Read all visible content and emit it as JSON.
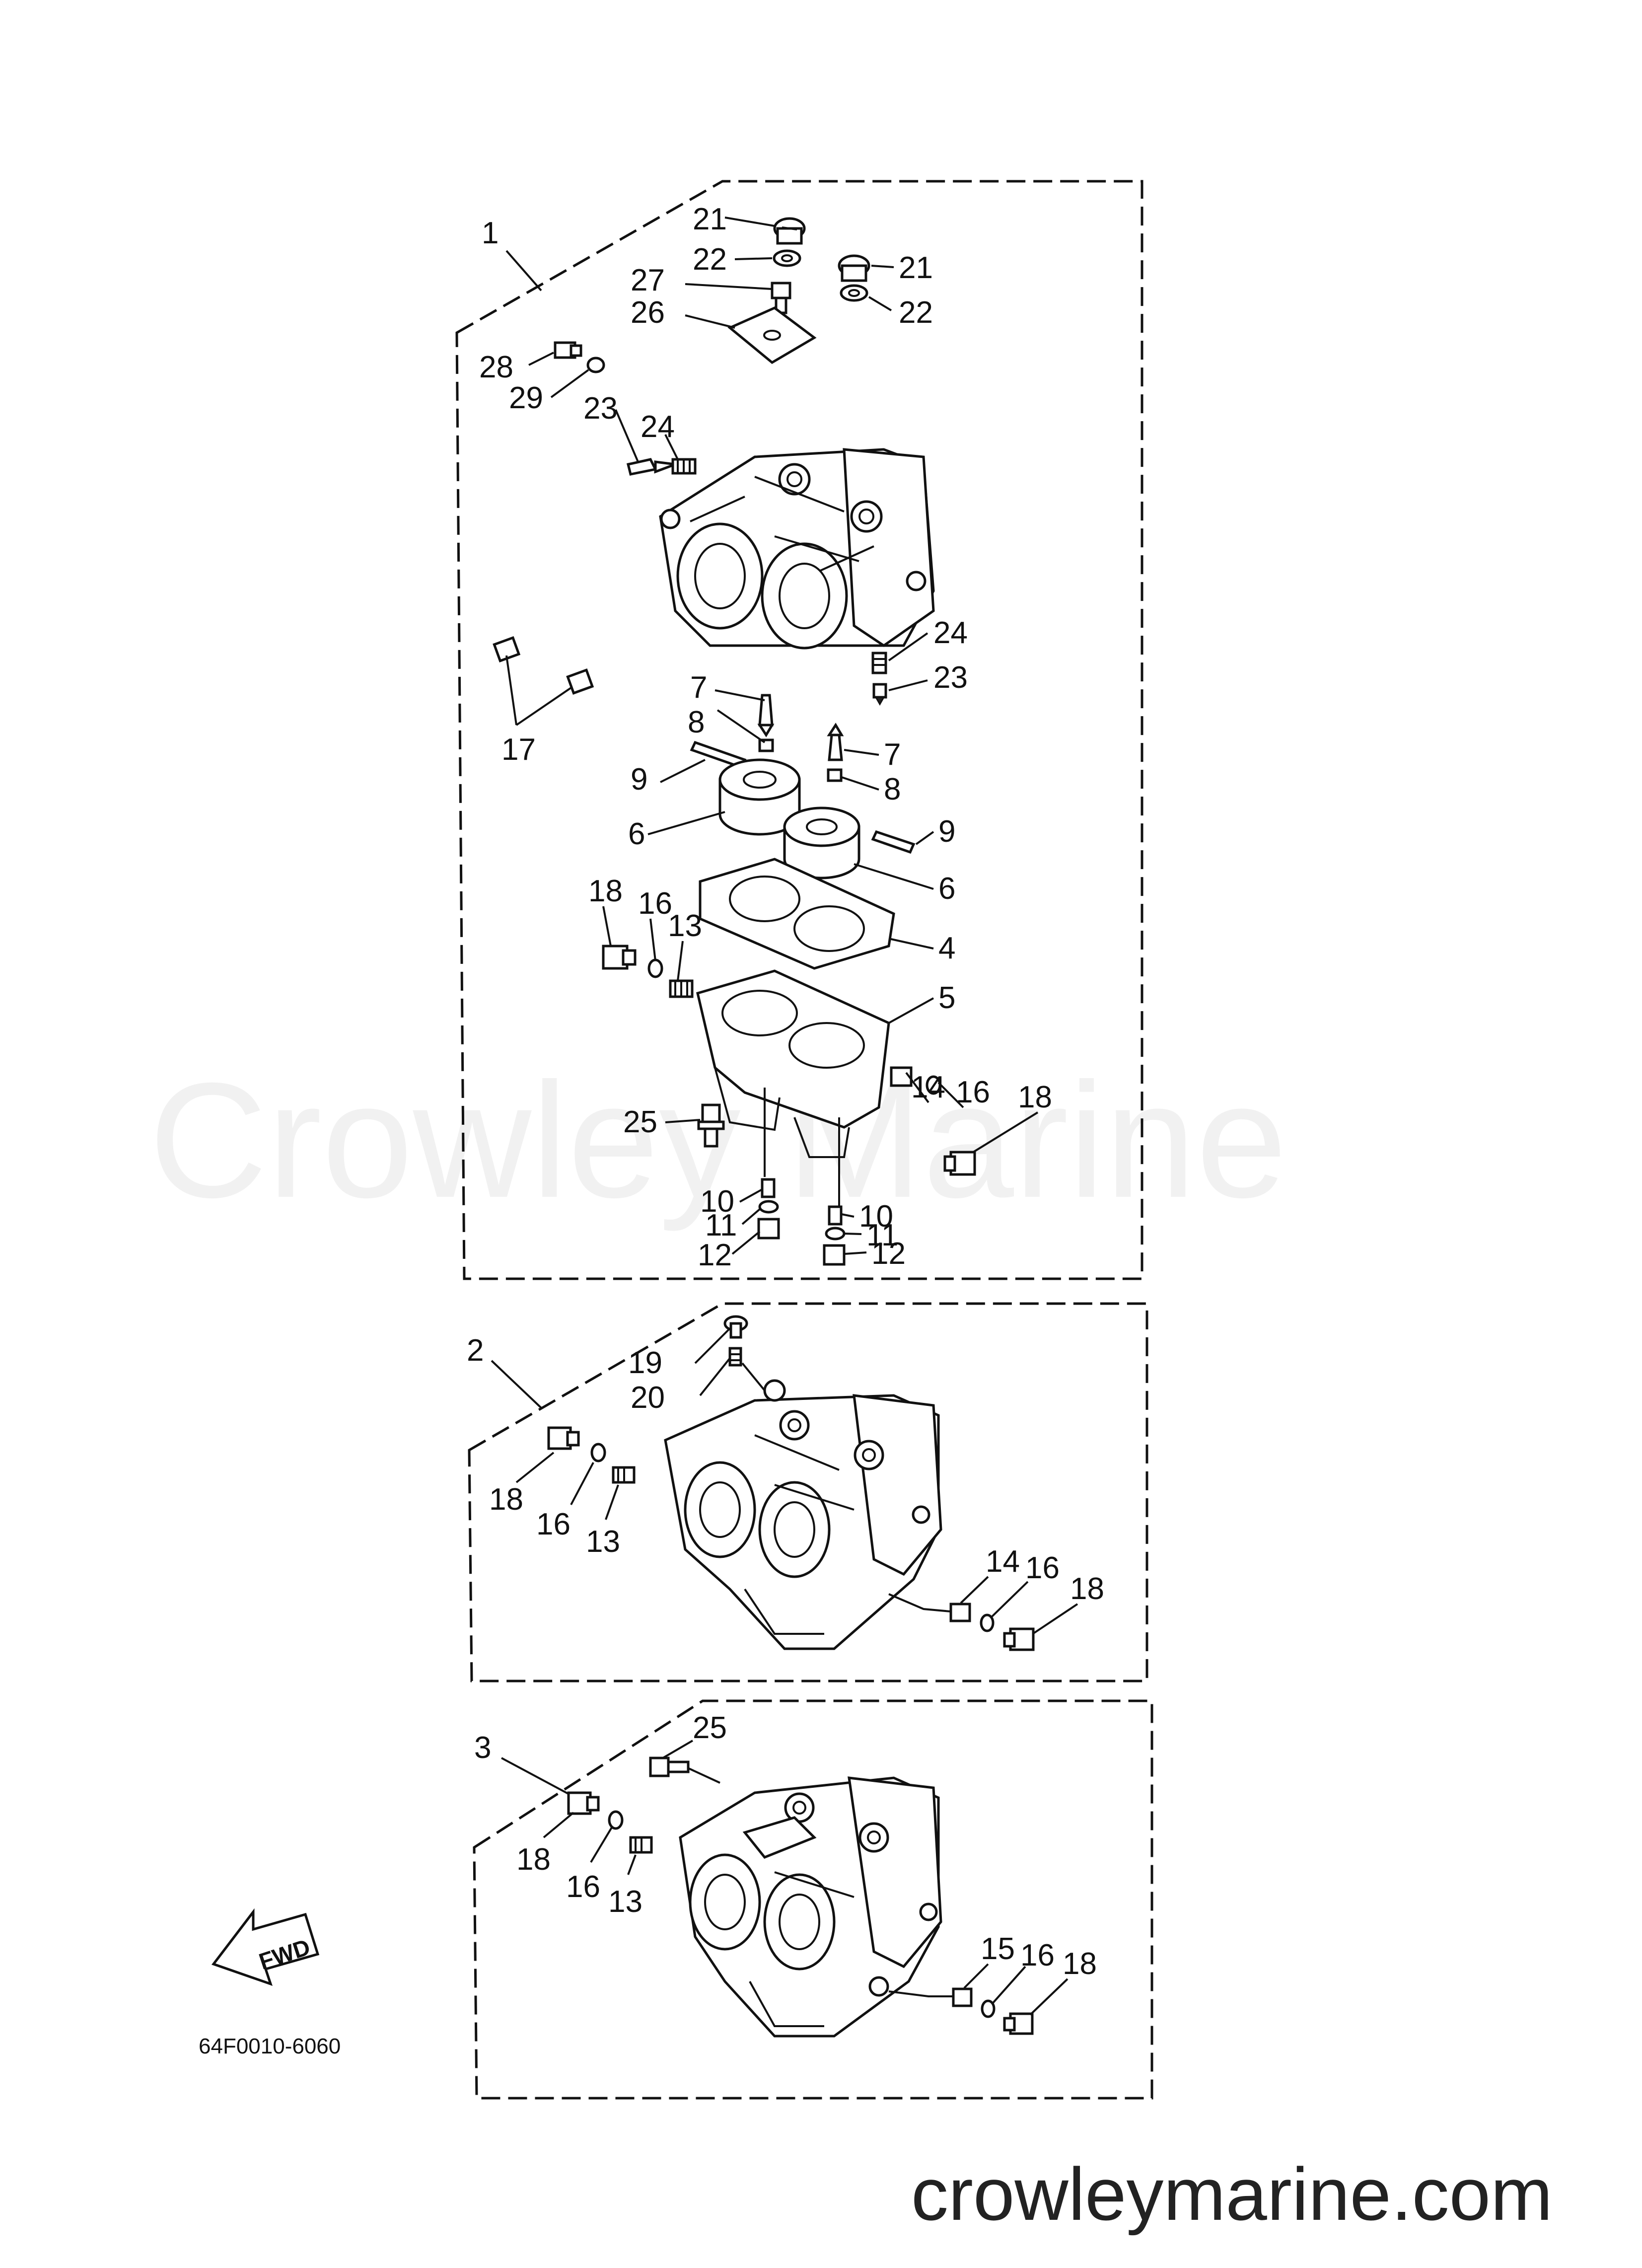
{
  "diagram": {
    "watermark": "Crowley Marine",
    "diagram_code": "64F0010-6060",
    "site": "crowleymarine.com",
    "fwd_label": "FWD",
    "groups": [
      {
        "id": "1",
        "label": "1"
      },
      {
        "id": "2",
        "label": "2"
      },
      {
        "id": "3",
        "label": "3"
      }
    ],
    "callouts": {
      "g1": [
        "21",
        "22",
        "21",
        "22",
        "27",
        "26",
        "28",
        "29",
        "23",
        "24",
        "24",
        "23",
        "7",
        "8",
        "17",
        "9",
        "7",
        "8",
        "6",
        "9",
        "6",
        "18",
        "16",
        "13",
        "4",
        "5",
        "14",
        "16",
        "18",
        "25",
        "10",
        "11",
        "12",
        "10",
        "11",
        "12"
      ],
      "g2": [
        "19",
        "20",
        "18",
        "16",
        "13",
        "14",
        "16",
        "18"
      ],
      "g3": [
        "25",
        "18",
        "16",
        "13",
        "15",
        "16",
        "18"
      ]
    }
  }
}
